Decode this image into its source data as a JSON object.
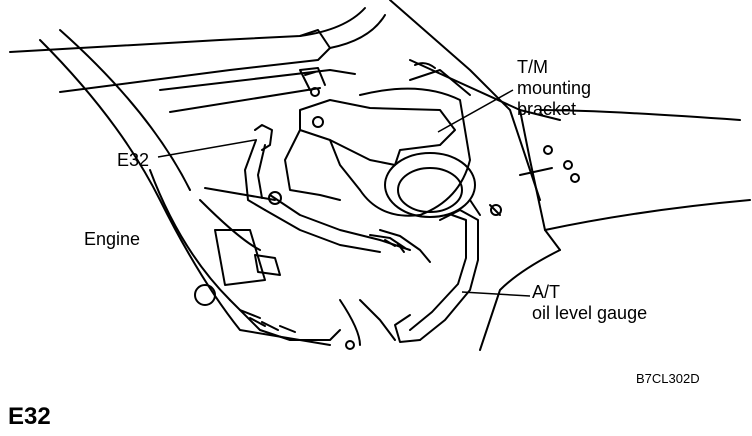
{
  "labels": {
    "tm_bracket": [
      "T/M",
      "mounting",
      "bracket"
    ],
    "e32": "E32",
    "engine": "Engine",
    "at_gauge": [
      "A/T",
      "oil level gauge"
    ]
  },
  "figure_code": "B7CL302D",
  "section_title": "E32",
  "colors": {
    "ink": "#000000",
    "paper": "#ffffff"
  }
}
